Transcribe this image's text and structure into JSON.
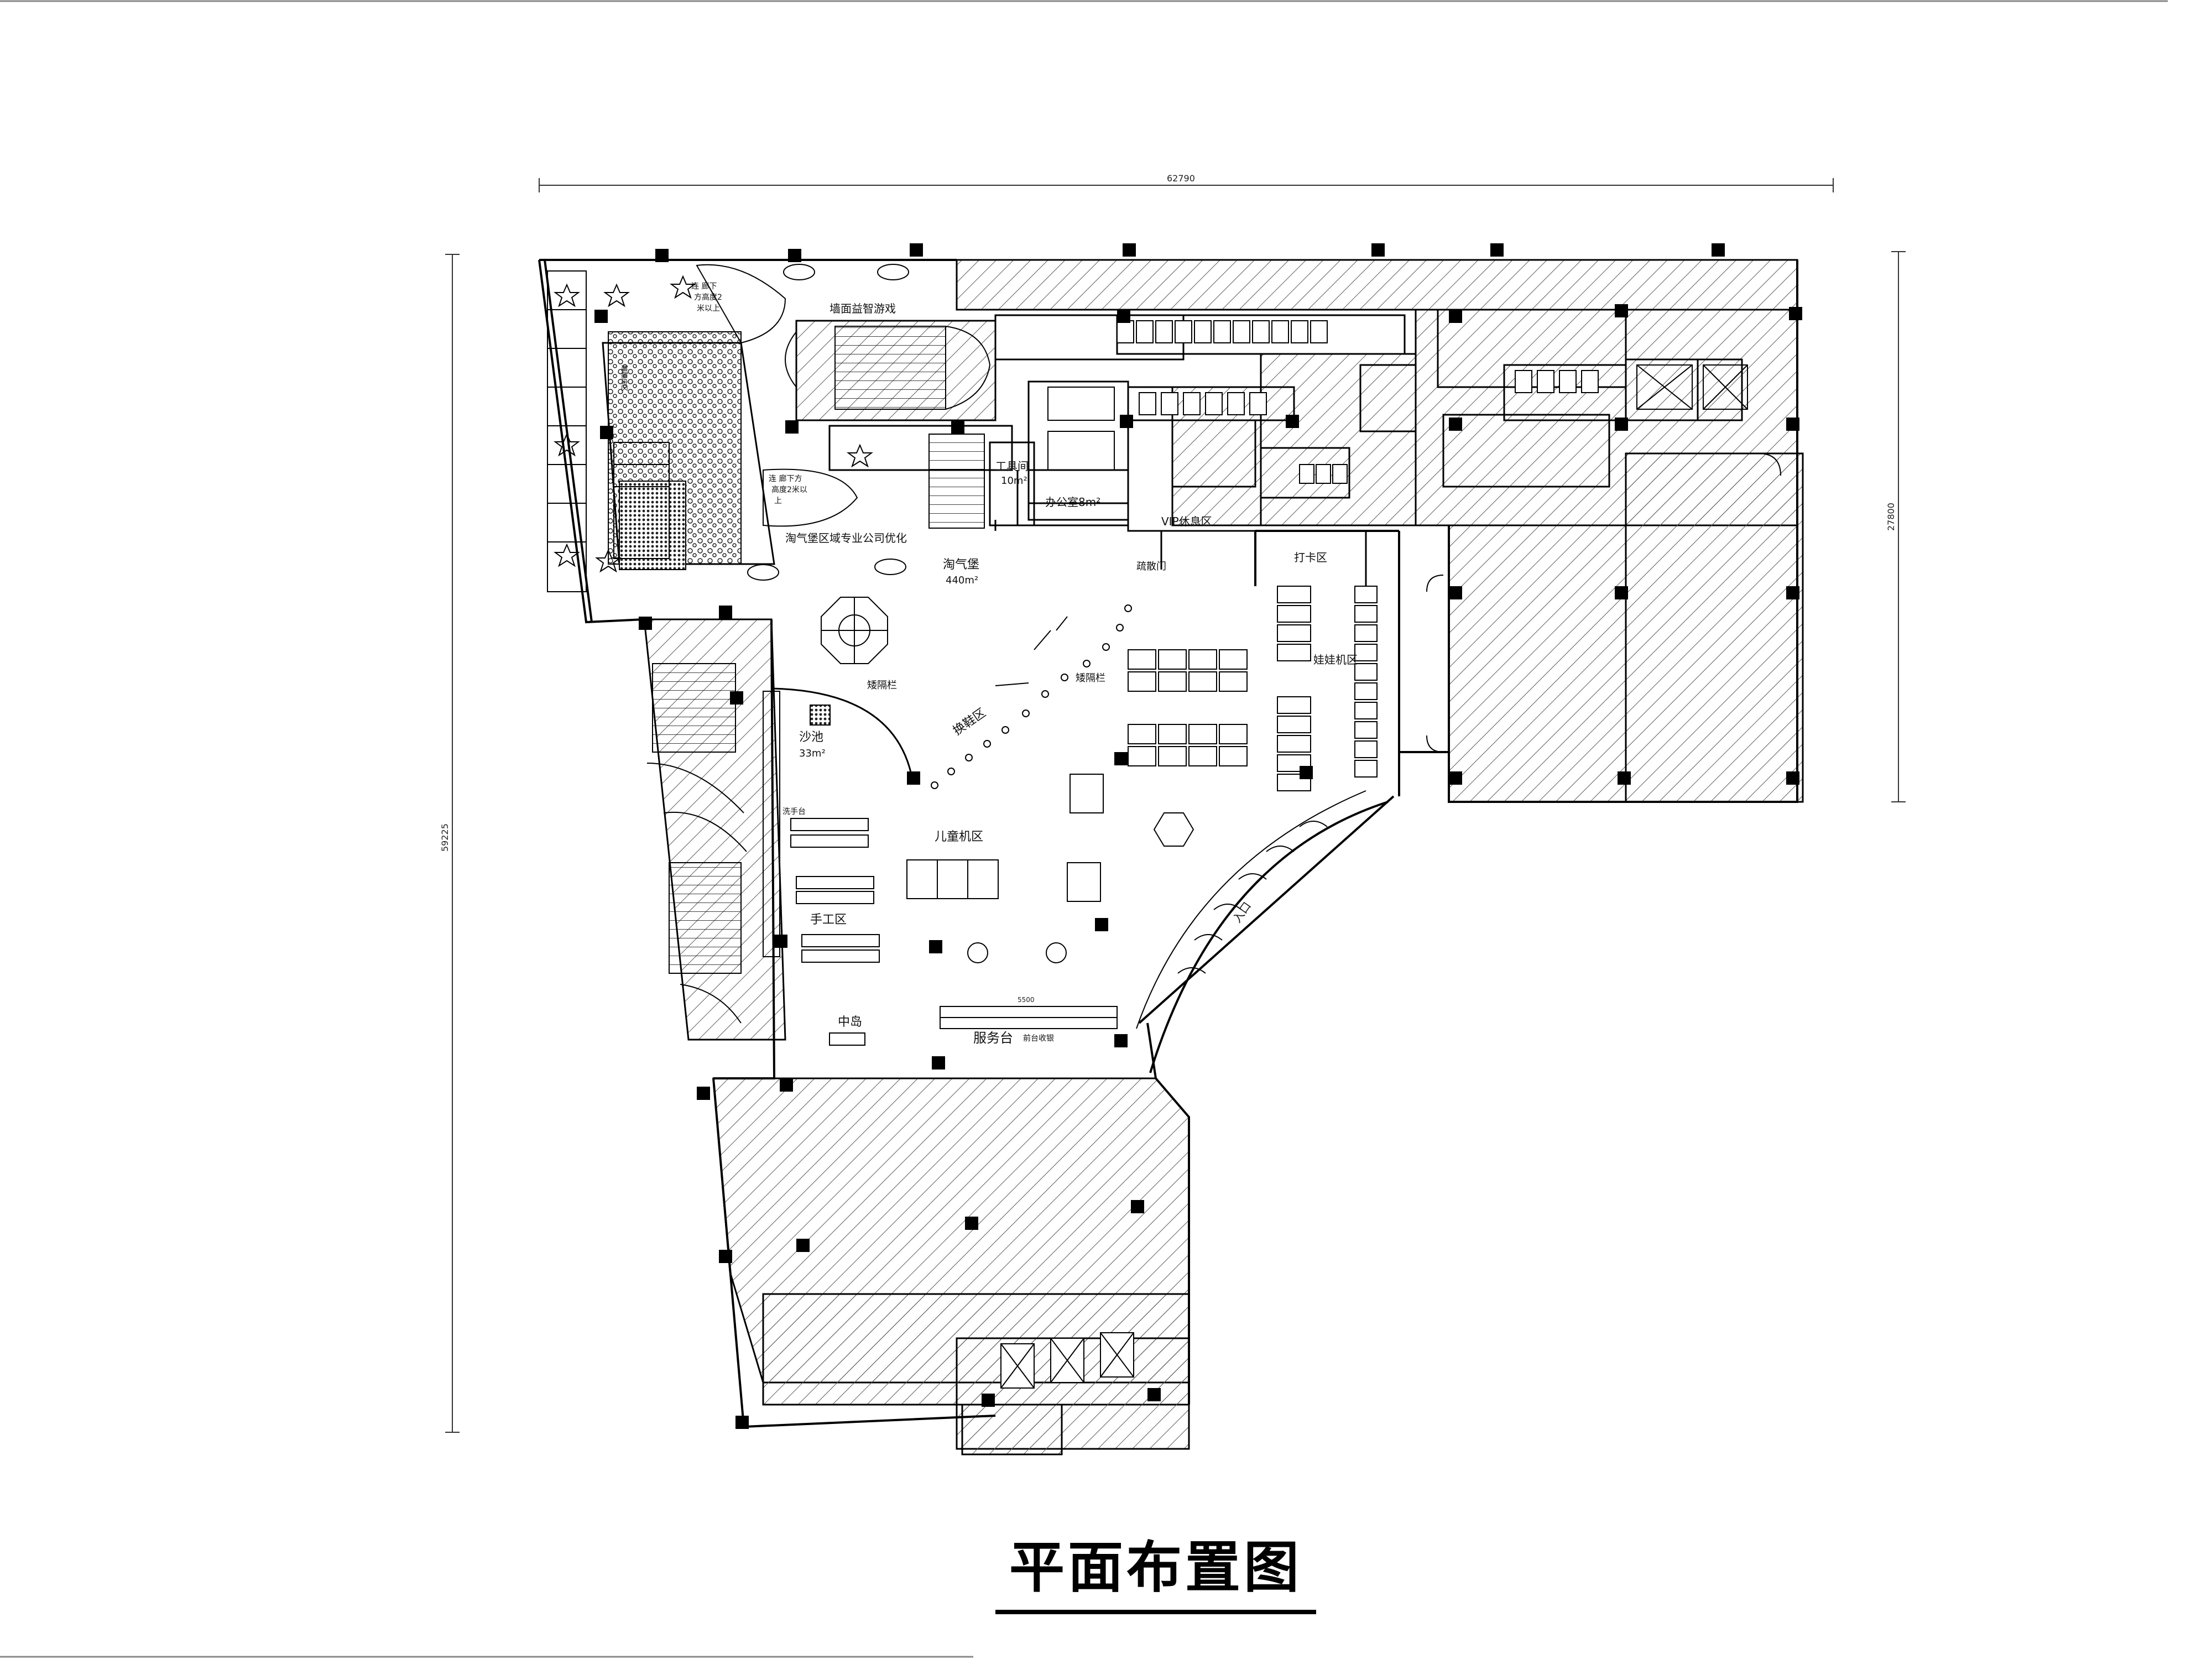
{
  "title": "平面布置图",
  "dimensions": {
    "overall_width": "62790",
    "overall_height": "59225",
    "right_height": "27800",
    "counter_width": "5500"
  },
  "labels": {
    "wall_game": "墙面益智游戏",
    "tool_room": "工具间",
    "tool_room_area": "10m²",
    "office": "办公室8m²",
    "vip": "VIP休息区",
    "checkin": "打卡区",
    "zone_opt": "淘气堡区域专业公司优化",
    "taoqibao": "淘气堡",
    "taoqibao_area": "440m²",
    "emergency_door": "疏散门",
    "fence1": "矮隔栏",
    "fence2": "矮隔栏",
    "shoe_zone": "换鞋区",
    "sandpit": "沙池",
    "sandpit_area": "33m²",
    "doll_zone": "娃娃机区",
    "kids_machine": "儿童机区",
    "sink": "洗手台",
    "craft": "手工区",
    "island": "中岛",
    "service_desk": "服务台",
    "service_note": "前台收银",
    "entrance": "入口",
    "slide_a1": "连  廊下",
    "slide_a2": "方高度2",
    "slide_a3": "米以上",
    "slide_b1": "连  廊下方",
    "slide_b2": "高度2米以",
    "slide_b3": "上",
    "strip_note": "蹦蹦床区"
  },
  "colors": {
    "line": "#000000",
    "hatch": "#5a5a5a",
    "background": "#ffffff"
  },
  "icons": [
    "column-icon",
    "star-seat-icon",
    "abc-cloud-icon",
    "stair-icon",
    "octagon-play-icon",
    "hexagon-table-icon"
  ]
}
